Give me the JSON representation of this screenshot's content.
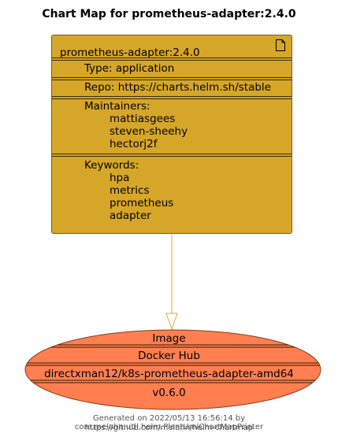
{
  "title": "Chart Map for prometheus-adapter:2.4.0",
  "chart": {
    "name": "prometheus-adapter:2.4.0",
    "type": "Type: application",
    "repo": "Repo: https://charts.helm.sh/stable",
    "maintainers_label": "Maintainers:",
    "maintainers": [
      "mattiasgees",
      "steven-sheehy",
      "hectorj2f"
    ],
    "keywords_label": "Keywords:",
    "keywords": [
      "hpa",
      "metrics",
      "prometheus",
      "adapter"
    ],
    "icon": "document-icon"
  },
  "image": {
    "stereotype": "Image",
    "registry": "Docker Hub",
    "repository": "directxman12/k8s-prometheus-adapter-amd64",
    "tag": "v0.6.0"
  },
  "footer": {
    "line1": "Generated on 2022/05/13 16:56:14 by com.melahn.util.helm.PlantUmlChartMapPrinter",
    "line2": "https://github.com/melahn/helm-chartmap"
  },
  "colors": {
    "chart_fill": "#d6a628",
    "image_fill": "#ff7f50",
    "connector": "#e8a23c"
  }
}
